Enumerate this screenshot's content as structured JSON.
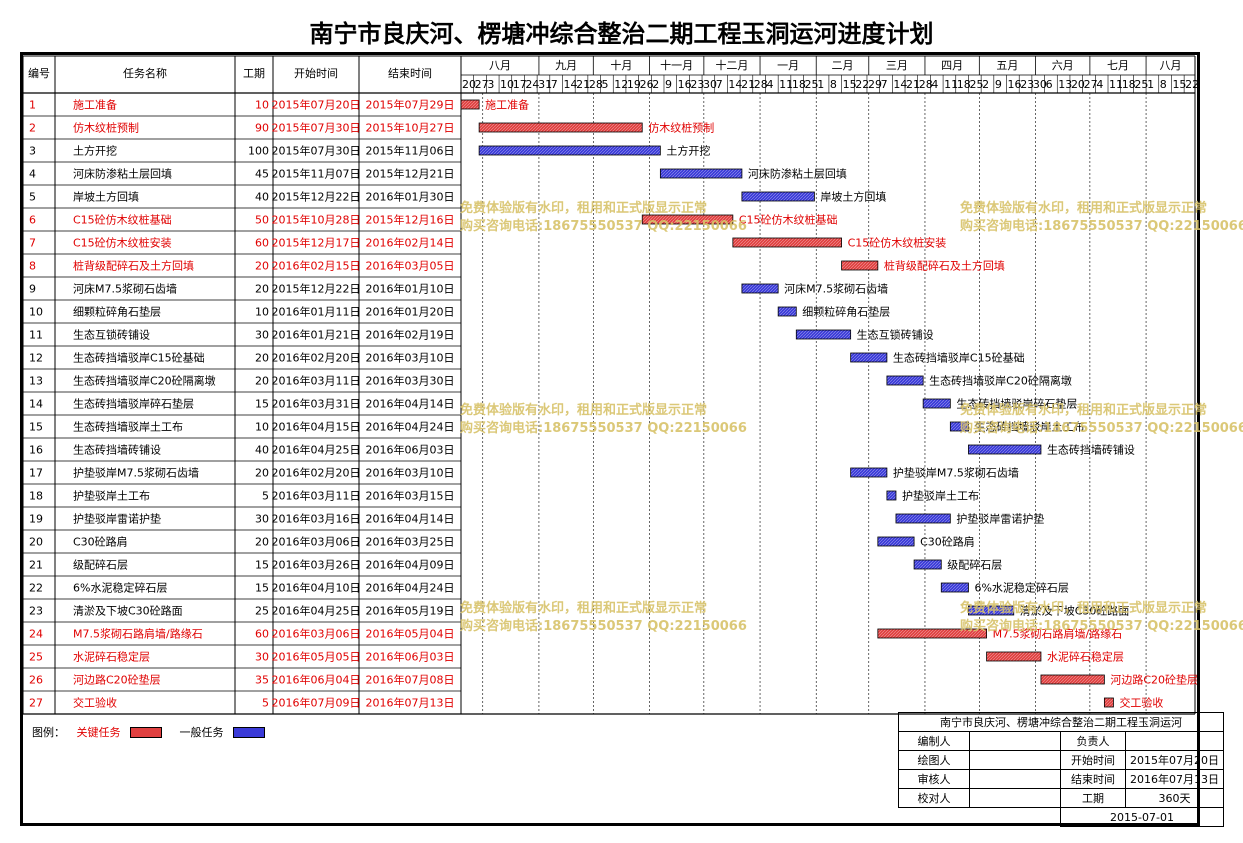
{
  "title": "南宁市良庆河、楞塘冲综合整治二期工程玉洞运河进度计划",
  "headers": [
    "编号",
    "任务名称",
    "工期",
    "开始时间",
    "结束时间"
  ],
  "months": [
    "八月",
    "九月",
    "十月",
    "十一月",
    "十二月",
    "一月",
    "二月",
    "三月",
    "四月",
    "五月",
    "六月",
    "七月",
    "八月"
  ],
  "days": [
    "20",
    "27",
    "3",
    "10",
    "17",
    "24",
    "31",
    "7",
    "14",
    "21",
    "28",
    "5",
    "12",
    "19",
    "26",
    "2",
    "9",
    "16",
    "23",
    "30",
    "7",
    "14",
    "21",
    "28",
    "4",
    "11",
    "18",
    "25",
    "1",
    "8",
    "15",
    "22",
    "29",
    "7",
    "14",
    "21",
    "28",
    "4",
    "11",
    "18",
    "25",
    "2",
    "9",
    "16",
    "23",
    "30",
    "6",
    "13",
    "20",
    "27",
    "4",
    "11",
    "18",
    "25",
    "1",
    "8",
    "15",
    "22"
  ],
  "chart_data": {
    "type": "gantt",
    "title": "南宁市良庆河、楞塘冲综合整治二期工程玉洞运河进度计划",
    "x_range": [
      "2015-07-20",
      "2016-08-28"
    ],
    "tasks": [
      {
        "id": "1",
        "name": "施工准备",
        "duration": "10",
        "start": "2015年07月20日",
        "end": "2015年07月29日",
        "critical": true
      },
      {
        "id": "2",
        "name": "仿木纹桩预制",
        "duration": "90",
        "start": "2015年07月30日",
        "end": "2015年10月27日",
        "critical": true
      },
      {
        "id": "3",
        "name": "土方开挖",
        "duration": "100",
        "start": "2015年07月30日",
        "end": "2015年11月06日",
        "critical": false
      },
      {
        "id": "4",
        "name": "河床防渗粘土层回填",
        "duration": "45",
        "start": "2015年11月07日",
        "end": "2015年12月21日",
        "critical": false
      },
      {
        "id": "5",
        "name": "岸坡土方回填",
        "duration": "40",
        "start": "2015年12月22日",
        "end": "2016年01月30日",
        "critical": false
      },
      {
        "id": "6",
        "name": "C15砼仿木纹桩基础",
        "duration": "50",
        "start": "2015年10月28日",
        "end": "2015年12月16日",
        "critical": true
      },
      {
        "id": "7",
        "name": "C15砼仿木纹桩安装",
        "duration": "60",
        "start": "2015年12月17日",
        "end": "2016年02月14日",
        "critical": true
      },
      {
        "id": "8",
        "name": "桩背级配碎石及土方回填",
        "duration": "20",
        "start": "2016年02月15日",
        "end": "2016年03月05日",
        "critical": true
      },
      {
        "id": "9",
        "name": "河床M7.5浆砌石齿墙",
        "duration": "20",
        "start": "2015年12月22日",
        "end": "2016年01月10日",
        "critical": false
      },
      {
        "id": "10",
        "name": "细颗粒碎角石垫层",
        "duration": "10",
        "start": "2016年01月11日",
        "end": "2016年01月20日",
        "critical": false
      },
      {
        "id": "11",
        "name": "生态互锁砖铺设",
        "duration": "30",
        "start": "2016年01月21日",
        "end": "2016年02月19日",
        "critical": false
      },
      {
        "id": "12",
        "name": "生态砖挡墙驳岸C15砼基础",
        "duration": "20",
        "start": "2016年02月20日",
        "end": "2016年03月10日",
        "critical": false
      },
      {
        "id": "13",
        "name": "生态砖挡墙驳岸C20砼隔离墩",
        "duration": "20",
        "start": "2016年03月11日",
        "end": "2016年03月30日",
        "critical": false
      },
      {
        "id": "14",
        "name": "生态砖挡墙驳岸碎石垫层",
        "duration": "15",
        "start": "2016年03月31日",
        "end": "2016年04月14日",
        "critical": false
      },
      {
        "id": "15",
        "name": "生态砖挡墙驳岸土工布",
        "duration": "10",
        "start": "2016年04月15日",
        "end": "2016年04月24日",
        "critical": false
      },
      {
        "id": "16",
        "name": "生态砖挡墙砖铺设",
        "duration": "40",
        "start": "2016年04月25日",
        "end": "2016年06月03日",
        "critical": false
      },
      {
        "id": "17",
        "name": "护垫驳岸M7.5浆砌石齿墙",
        "duration": "20",
        "start": "2016年02月20日",
        "end": "2016年03月10日",
        "critical": false
      },
      {
        "id": "18",
        "name": "护垫驳岸土工布",
        "duration": "5",
        "start": "2016年03月11日",
        "end": "2016年03月15日",
        "critical": false
      },
      {
        "id": "19",
        "name": "护垫驳岸雷诺护垫",
        "duration": "30",
        "start": "2016年03月16日",
        "end": "2016年04月14日",
        "critical": false
      },
      {
        "id": "20",
        "name": "C30砼路肩",
        "duration": "20",
        "start": "2016年03月06日",
        "end": "2016年03月25日",
        "critical": false
      },
      {
        "id": "21",
        "name": "级配碎石层",
        "duration": "15",
        "start": "2016年03月26日",
        "end": "2016年04月09日",
        "critical": false
      },
      {
        "id": "22",
        "name": "6%水泥稳定碎石层",
        "duration": "15",
        "start": "2016年04月10日",
        "end": "2016年04月24日",
        "critical": false
      },
      {
        "id": "23",
        "name": "清淤及下坡C30砼路面",
        "duration": "25",
        "start": "2016年04月25日",
        "end": "2016年05月19日",
        "critical": false
      },
      {
        "id": "24",
        "name": "M7.5浆砌石路肩墙/路缘石",
        "duration": "60",
        "start": "2016年03月06日",
        "end": "2016年05月04日",
        "critical": true
      },
      {
        "id": "25",
        "name": "水泥碎石稳定层",
        "duration": "30",
        "start": "2016年05月05日",
        "end": "2016年06月03日",
        "critical": true
      },
      {
        "id": "26",
        "name": "河边路C20砼垫层",
        "duration": "35",
        "start": "2016年06月04日",
        "end": "2016年07月08日",
        "critical": true
      },
      {
        "id": "27",
        "name": "交工验收",
        "duration": "5",
        "start": "2016年07月09日",
        "end": "2016年07月13日",
        "critical": true
      }
    ]
  },
  "legend": {
    "label": "图例：",
    "critical": "关键任务",
    "normal": "一般任务"
  },
  "watermark": {
    "line1": "免费体验版有水印，租用和正式版显示正常",
    "line2": "购买咨询电话:18675550537 QQ:22150066"
  },
  "info": {
    "project": "南宁市良庆河、楞塘冲综合整治二期工程玉洞运河",
    "editor_label": "编制人",
    "owner_label": "负责人",
    "drawer_label": "绘图人",
    "start_label": "开始时间",
    "start_value": "2015年07月20日",
    "reviewer_label": "审核人",
    "end_label": "结束时间",
    "end_value": "2016年07月13日",
    "checker_label": "校对人",
    "duration_label": "工期",
    "duration_value": "360天",
    "date": "2015-07-01"
  },
  "colors": {
    "critical": "#e04040",
    "normal": "#3a3ad8",
    "critical_text": "#e00000"
  }
}
